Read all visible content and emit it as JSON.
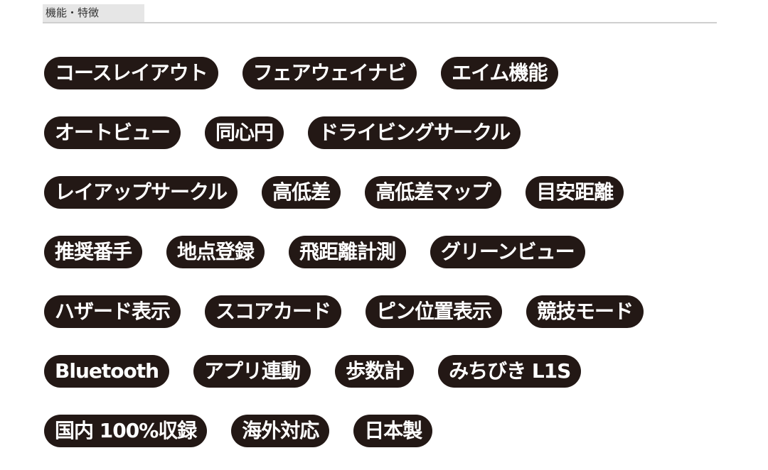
{
  "header": {
    "title": "機能・特徴"
  },
  "rows": [
    [
      "コースレイアウト",
      "フェアウェイナビ",
      "エイム機能"
    ],
    [
      "オートビュー",
      "同心円",
      "ドライビングサークル"
    ],
    [
      "レイアップサークル",
      "高低差",
      "高低差マップ",
      "目安距離"
    ],
    [
      "推奨番手",
      "地点登録",
      "飛距離計測",
      "グリーンビュー"
    ],
    [
      "ハザード表示",
      "スコアカード",
      "ピン位置表示",
      "競技モード"
    ],
    [
      "Bluetooth",
      "アプリ連動",
      "歩数計",
      "みちびき L1S"
    ],
    [
      "国内 100%収録",
      "海外対応",
      "日本製"
    ]
  ],
  "colors": {
    "tag_background": "#231815",
    "tag_text": "#ffffff"
  }
}
